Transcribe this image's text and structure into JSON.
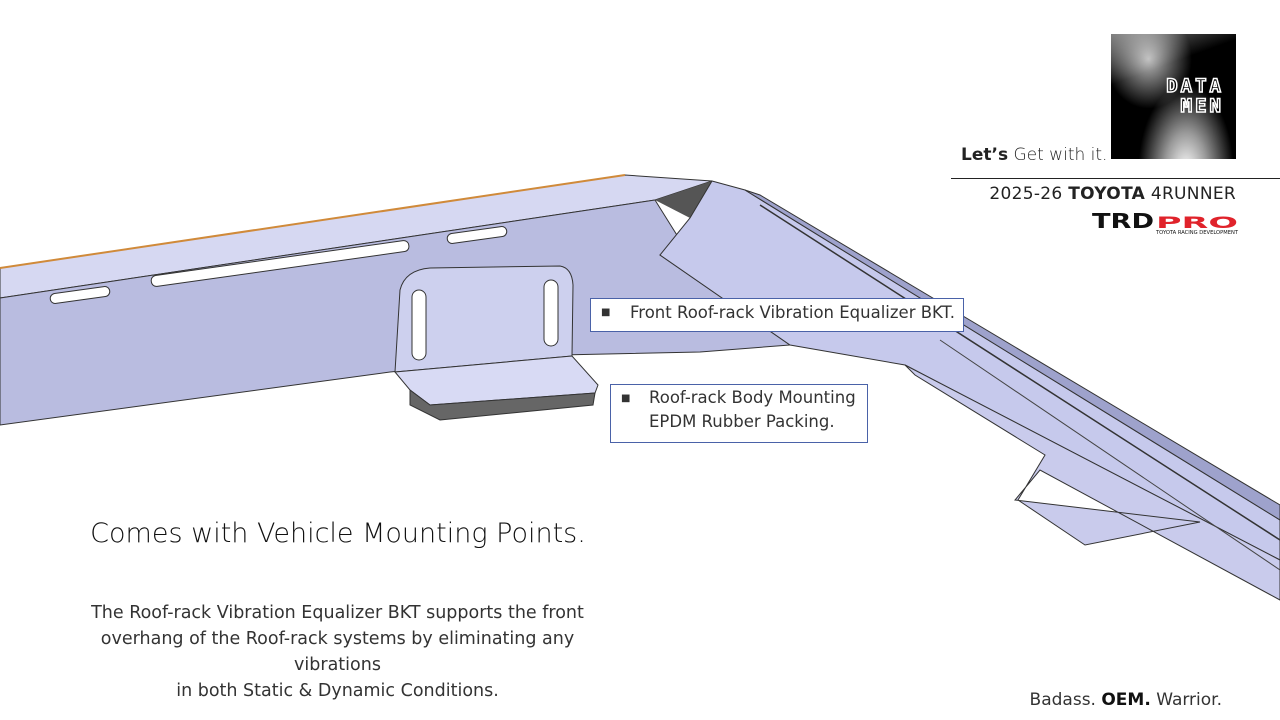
{
  "brand": {
    "logo_text": "DATA MEN",
    "tagline_bold": "Let’s",
    "tagline_rest": "Get with it."
  },
  "vehicle": {
    "year": "2025-26",
    "make": "TOYOTA",
    "model": "4RUNNER",
    "trim_logo_text": "TRD PRO",
    "trim_logo_sub": "TOYOTA RACING DEVELOPMENT"
  },
  "callouts": [
    {
      "lines": [
        "Front Roof-rack Vibration Equalizer BKT."
      ]
    },
    {
      "lines": [
        "Roof-rack Body Mounting",
        "EPDM Rubber Packing."
      ]
    }
  ],
  "headline": "Comes with Vehicle Mounting Points.",
  "body_lines": [
    "The Roof-rack Vibration Equalizer BKT supports the front",
    "overhang of the Roof-rack systems by eliminating any vibrations",
    "in both Static & Dynamic Conditions."
  ],
  "footer": {
    "part1": "Badass.",
    "part2": "OEM.",
    "part3": "Warrior."
  },
  "colors": {
    "part_fill": "#c9cbec",
    "part_edge": "#2a2a3a",
    "callout_border": "#4a62a8",
    "trd_red": "#e0232b",
    "edge_orange": "#d08a3a"
  }
}
